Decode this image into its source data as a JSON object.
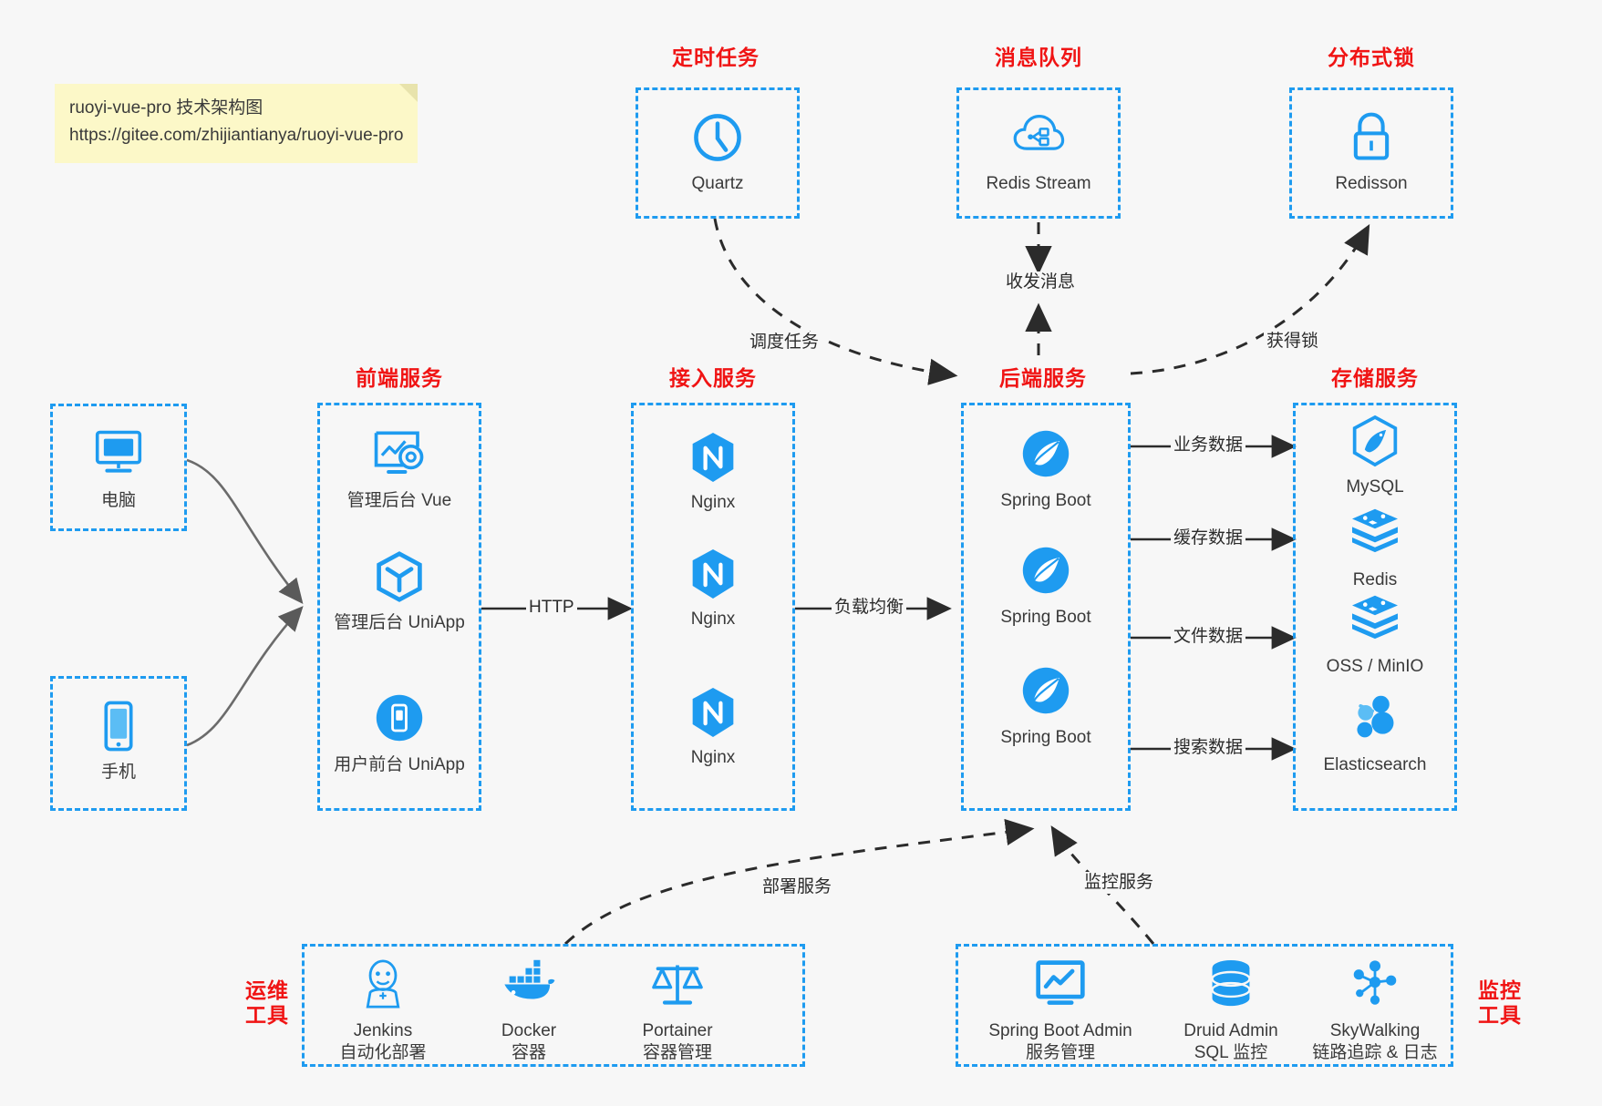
{
  "note": {
    "line1": "ruoyi-vue-pro 技术架构图",
    "line2": "https://gitee.com/zhijiantianya/ruoyi-vue-pro"
  },
  "colors": {
    "background": "#f7f7f7",
    "box_border": "#1e9bf0",
    "group_title": "#f01414",
    "icon_blue": "#1e9bf0",
    "text": "#3a3a3a",
    "note_bg": "#fcf8c8",
    "connector": "#2b2b2b"
  },
  "groups": {
    "scheduled": {
      "title": "定时任务"
    },
    "mq": {
      "title": "消息队列"
    },
    "lock": {
      "title": "分布式锁"
    },
    "frontend": {
      "title": "前端服务"
    },
    "gateway": {
      "title": "接入服务"
    },
    "backend": {
      "title": "后端服务"
    },
    "storage": {
      "title": "存储服务"
    },
    "devops": {
      "title_line1": "运维",
      "title_line2": "工具"
    },
    "monitor": {
      "title_line1": "监控",
      "title_line2": "工具"
    }
  },
  "nodes": {
    "quartz": {
      "label": "Quartz",
      "icon": "clock-icon"
    },
    "redis_stream": {
      "label": "Redis Stream",
      "icon": "cloud-stream-icon"
    },
    "redisson": {
      "label": "Redisson",
      "icon": "lock-icon"
    },
    "pc": {
      "label": "电脑",
      "icon": "desktop-icon"
    },
    "phone": {
      "label": "手机",
      "icon": "mobile-icon"
    },
    "admin_vue": {
      "label": "管理后台 Vue",
      "icon": "monitor-settings-icon"
    },
    "admin_uniapp": {
      "label": "管理后台 UniApp",
      "icon": "cube-icon"
    },
    "user_uniapp": {
      "label": "用户前台 UniApp",
      "icon": "phone-app-icon"
    },
    "nginx1": {
      "label": "Nginx",
      "icon": "nginx-icon"
    },
    "nginx2": {
      "label": "Nginx",
      "icon": "nginx-icon"
    },
    "nginx3": {
      "label": "Nginx",
      "icon": "nginx-icon"
    },
    "spring1": {
      "label": "Spring Boot",
      "icon": "spring-leaf-icon"
    },
    "spring2": {
      "label": "Spring Boot",
      "icon": "spring-leaf-icon"
    },
    "spring3": {
      "label": "Spring Boot",
      "icon": "spring-leaf-icon"
    },
    "mysql": {
      "label": "MySQL",
      "icon": "mysql-dolphin-icon"
    },
    "redis": {
      "label": "Redis",
      "icon": "redis-stack-icon"
    },
    "oss": {
      "label": "OSS / MinIO",
      "icon": "redis-stack-icon"
    },
    "elasticsearch": {
      "label": "Elasticsearch",
      "icon": "elasticsearch-icon"
    },
    "jenkins": {
      "label": "Jenkins",
      "sublabel": "自动化部署",
      "icon": "jenkins-butler-icon"
    },
    "docker": {
      "label": "Docker",
      "sublabel": "容器",
      "icon": "docker-whale-icon"
    },
    "portainer": {
      "label": "Portainer",
      "sublabel": "容器管理",
      "icon": "scales-icon"
    },
    "sba": {
      "label": "Spring Boot Admin",
      "sublabel": "服务管理",
      "icon": "monitor-chart-icon"
    },
    "druid": {
      "label": "Druid Admin",
      "sublabel": "SQL 监控",
      "icon": "database-icon"
    },
    "skywalking": {
      "label": "SkyWalking",
      "sublabel": "链路追踪 & 日志",
      "icon": "skywalking-node-icon"
    }
  },
  "connectors": {
    "http": "HTTP",
    "load_balance": "负载均衡",
    "business_data": "业务数据",
    "cache_data": "缓存数据",
    "file_data": "文件数据",
    "search_data": "搜索数据",
    "schedule_task": "调度任务",
    "send_receive_msg": "收发消息",
    "acquire_lock": "获得锁",
    "deploy_service": "部署服务",
    "monitor_service": "监控服务"
  }
}
